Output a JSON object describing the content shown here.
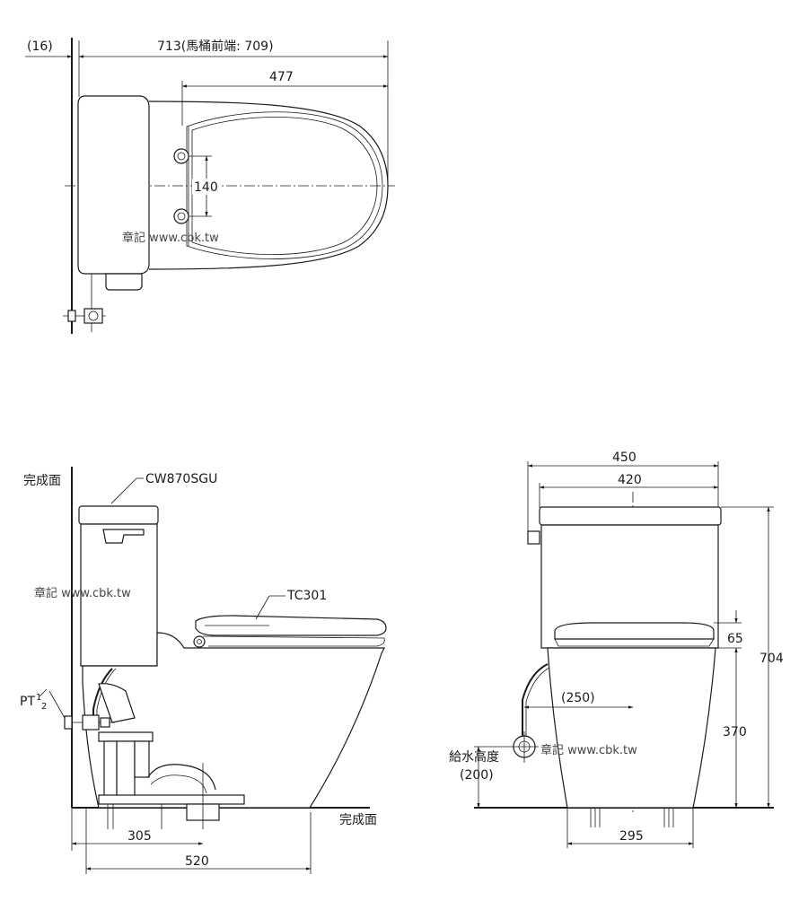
{
  "top_view": {
    "wall_offset": "(16)",
    "overall_length": "713(馬桶前端: 709)",
    "seat_length": "477",
    "hinge_spacing": "140",
    "watermark": "章記 www.cbk.tw"
  },
  "side_view": {
    "floor_label_top": "完成面",
    "tank_model": "CW870SGU",
    "seat_model": "TC301",
    "pipe_label": "PT",
    "pipe_num": "1",
    "pipe_den": "2",
    "floor_label_bottom": "完成面",
    "rough_in": "305",
    "depth": "520",
    "watermark": "章記 www.cbk.tw"
  },
  "front_view": {
    "tank_width": "450",
    "lid_width": "420",
    "total_height": "704",
    "seat_height_gap": "65",
    "bowl_height": "370",
    "supply_offset": "(250)",
    "supply_height_label": "給水高度",
    "supply_height": "(200)",
    "base_width": "295",
    "watermark": "章記 www.cbk.tw"
  }
}
